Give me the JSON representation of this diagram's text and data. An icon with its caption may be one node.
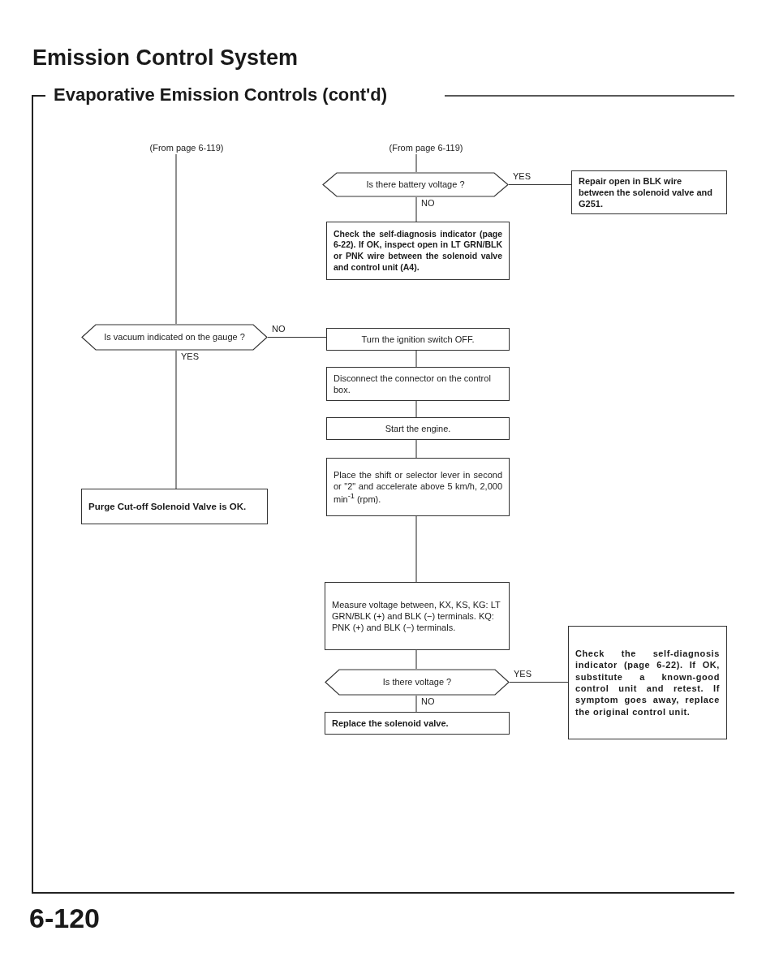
{
  "diagram": {
    "title": "Emission Control System",
    "nodes": [
      {
        "text": [
          "(From page 6-119)"
        ]
      },
      {
        "text": [
          "(From page 6-119)"
        ]
      },
      {
        "text": [
          "Is there battery voltage ?"
        ]
      },
      {
        "text": [
          "Repair open in BLK wire between the solenoid valve and G251."
        ]
      },
      {
        "text": [
          "Check the self-diagnosis indicator (page 6-22). If OK, inspect open in LT GRN/BLK or PNK wire between the solenoid valve and control unit (A4)."
        ]
      },
      {
        "text": [
          "Is vacuum indicated on the gauge ?"
        ]
      },
      {
        "text": [
          "Turn the ignition switch OFF."
        ]
      },
      {
        "text": [
          "Disconnect the connector on the control box."
        ]
      },
      {
        "text": [
          "Start the engine."
        ]
      },
      {
        "text": [
          "Place the shift or selector lever in second or \"2\" and accelerate above 5 km/h, 2,000 min$^{-1}$ (rpm)."
        ]
      },
      {
        "text": [
          "Measure voltage between, KX, KS, KG: LT GRN/BLK (+) and BLK (−) terminals. KQ: PNK (+) and BLK (−) terminals."
        ]
      },
      {
        "text": [
          "Is there voltage ?"
        ]
      },
      {
        "text": [
          "Check the self-diagnosis indicator (page 6-22). If OK, substitute a known-good control unit and retest. If symptom goes away, replace the original control unit."
        ]
      },
      {
        "text": [
          "Replace the solenoid valve."
        ]
      },
      {
        "text": [
          "Purge Cut-off Solenoid Valve is OK."
        ]
      }
    ],
    "edges": [
      {
        "from": 0,
        "to": 5,
        "arrow": "none"
      },
      {
        "from": 1,
        "to": 2,
        "arrow": "none"
      },
      {
        "from": 2,
        "to": 3,
        "arrow": "none",
        "label": "YES"
      },
      {
        "from": 2,
        "to": 4,
        "arrow": "none",
        "label": "NO"
      },
      {
        "from": 5,
        "to": 6,
        "arrow": "none",
        "label": "NO"
      },
      {
        "from": 5,
        "to": 14,
        "arrow": "none",
        "label": "YES"
      },
      {
        "from": 6,
        "to": 7,
        "arrow": "none"
      },
      {
        "from": 7,
        "to": 8,
        "arrow": "none"
      },
      {
        "from": 8,
        "to": 9,
        "arrow": "none"
      },
      {
        "from": 9,
        "to": 10,
        "arrow": "none"
      },
      {
        "from": 10,
        "to": 11,
        "arrow": "none"
      },
      {
        "from": 11,
        "to": 12,
        "arrow": "none",
        "label": "YES"
      },
      {
        "from": 11,
        "to": 13,
        "arrow": "none",
        "label": "NO"
      }
    ],
    "labels": [
      "Evaporative Emission Controls (cont'd)",
      "6-120"
    ]
  }
}
